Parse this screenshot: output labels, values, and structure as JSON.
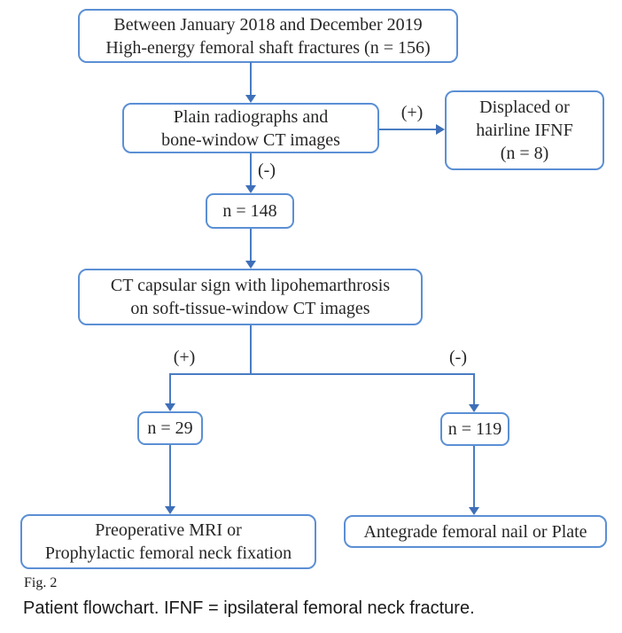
{
  "figure": {
    "label": "Fig. 2",
    "caption": "Patient flowchart. IFNF = ipsilateral femoral neck fracture."
  },
  "colors": {
    "box_border": "#5b8fd4",
    "connector_line": "#4a7cc2",
    "arrowhead": "#3e6fb8",
    "node_text": "#262626",
    "caption_text": "#1a1a1a",
    "background": "#ffffff"
  },
  "flowchart": {
    "nodes": {
      "cohort": {
        "lines": [
          "Between January 2018 and December 2019",
          "High-energy femoral shaft fractures (n = 156)"
        ]
      },
      "imaging": {
        "lines": [
          "Plain radiographs and",
          "bone-window CT images"
        ]
      },
      "ifnf": {
        "lines": [
          "Displaced or",
          "hairline IFNF",
          "(n = 8)"
        ]
      },
      "n148": {
        "lines": [
          "n = 148"
        ]
      },
      "ct_sign": {
        "lines": [
          "CT capsular sign with lipohemarthrosis",
          "on soft-tissue-window CT images"
        ]
      },
      "n29": {
        "lines": [
          "n = 29"
        ]
      },
      "n119": {
        "lines": [
          "n = 119"
        ]
      },
      "mri_fixation": {
        "lines": [
          "Preoperative MRI or",
          "Prophylactic femoral neck fixation"
        ]
      },
      "nail_plate": {
        "lines": [
          "Antegrade femoral nail or Plate"
        ]
      }
    },
    "edge_labels": {
      "imaging_positive": "(+)",
      "imaging_negative": "(-)",
      "ct_positive": "(+)",
      "ct_negative": "(-)"
    }
  }
}
